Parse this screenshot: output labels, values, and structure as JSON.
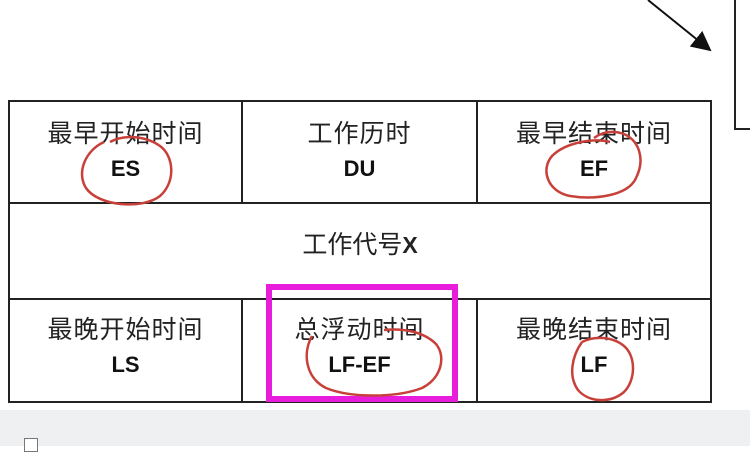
{
  "node": {
    "top": [
      {
        "cn": "最早开始时间",
        "en": "ES"
      },
      {
        "cn": "工作历时",
        "en": "DU"
      },
      {
        "cn": "最早结束时间",
        "en": "EF"
      }
    ],
    "middle": {
      "cn": "工作代号",
      "code": "X"
    },
    "bottom": [
      {
        "cn": "最晚开始时间",
        "en": "LS"
      },
      {
        "cn": "总浮动时间",
        "en": "LF-EF"
      },
      {
        "cn": "最晚结束时间",
        "en": "LF"
      }
    ]
  },
  "colors": {
    "highlight": "#e81cdb",
    "annotation": "#c8403a",
    "border": "#222222"
  }
}
